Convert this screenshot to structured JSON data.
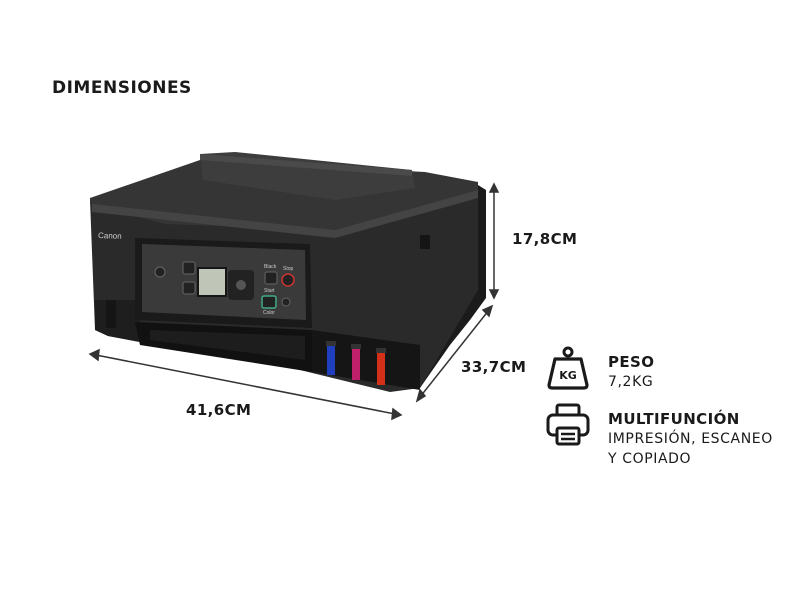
{
  "heading": "DIMENSIONES",
  "product": {
    "brand": "Canon",
    "panel_labels": {
      "black": "Black",
      "stop": "Stop",
      "start": "Start",
      "color": "Color"
    },
    "ink_colors": [
      "#1f3fbf",
      "#c0206a",
      "#d23018"
    ]
  },
  "dimensions": {
    "height": "17,8CM",
    "depth": "33,7CM",
    "width": "41,6CM"
  },
  "specs": [
    {
      "icon": "weight-kg-icon",
      "icon_text": "KG",
      "title": "PESO",
      "description": "7,2KG"
    },
    {
      "icon": "printer-icon",
      "title": "MULTIFUNCIÓN",
      "description": "IMPRESIÓN, ESCANEO Y COPIADO"
    }
  ]
}
